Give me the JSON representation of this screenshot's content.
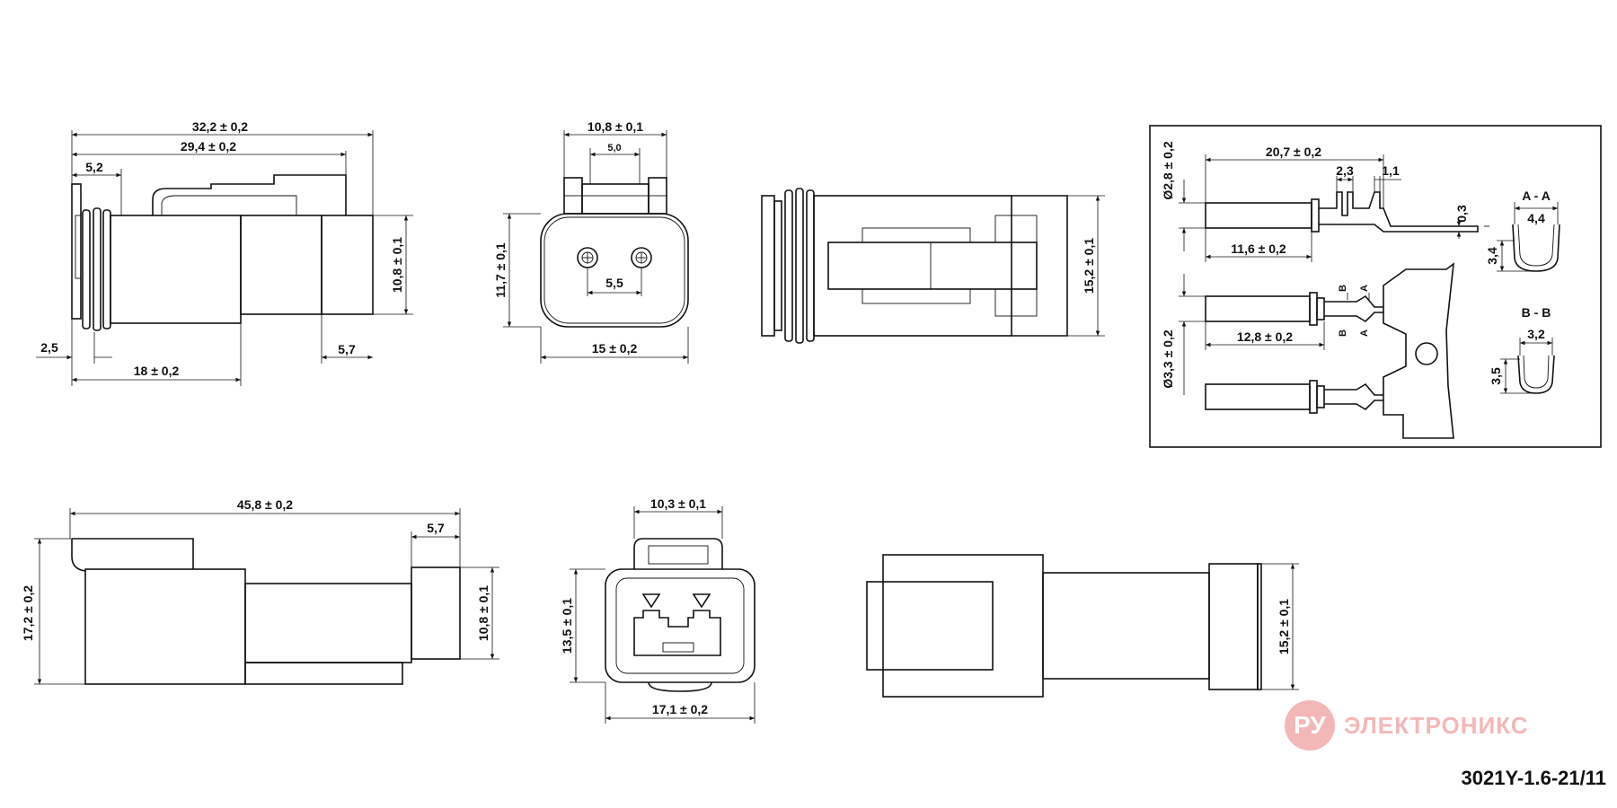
{
  "drawing_code": "3021Y-1.6-21/11",
  "watermark": {
    "logo": "РУ",
    "text": "ЭЛЕКТРОНИКС",
    "color": "#d33333"
  },
  "views": {
    "top_side": {
      "overall": "32,2 ± 0,2",
      "body": "29,4 ± 0,2",
      "front": "5,2",
      "height": "10,8 ± 0,1",
      "seal": "2,5",
      "length": "18 ± 0,2",
      "tail": "5,7"
    },
    "top_front": {
      "top_width": "10,8 ± 0,1",
      "slot": "5,0",
      "height": "11,7 ± 0,1",
      "pitch": "5,5",
      "width": "15 ± 0,2"
    },
    "top_section": {
      "height": "15,2 ± 0,1"
    },
    "contacts": {
      "length": "20,7 ± 0,2",
      "diam1": "Ø2,8 ± 0,2",
      "crimp": "2,3",
      "tip": "1,1",
      "thick": "0,3",
      "len1": "11,6 ± 0,2",
      "diam2": "Ø3,3 ± 0,2",
      "len2": "12,8 ± 0,2",
      "mark_b": "B",
      "mark_a": "A",
      "section_aa": "A - A",
      "aa_w": "4,4",
      "aa_h": "3,4",
      "section_bb": "B - B",
      "bb_w": "3,2",
      "bb_h": "3,5"
    },
    "bottom_side": {
      "overall": "45,8 ± 0,2",
      "tail": "5,7",
      "height": "17,2 ± 0,2",
      "body_h": "10,8 ± 0,1"
    },
    "bottom_front": {
      "top_width": "10,3 ± 0,1",
      "height": "13,5 ± 0,1",
      "width": "17,1 ± 0,2"
    },
    "bottom_back": {
      "height": "15,2 ± 0,1"
    }
  }
}
